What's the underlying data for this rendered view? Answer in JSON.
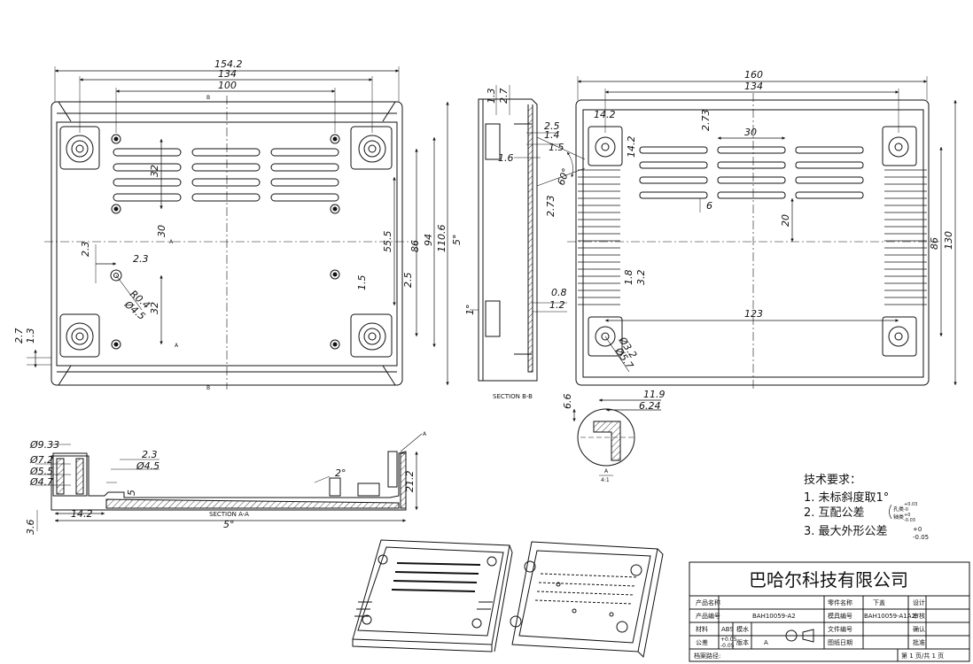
{
  "views": {
    "top_view": {
      "dims": [
        "154.2",
        "134",
        "100",
        "30",
        "32",
        "2.3",
        "2.3",
        "R0.4",
        "Ø4.5",
        "32",
        "2.7",
        "1.3",
        "55.5",
        "86",
        "94",
        "110.6",
        "1.5",
        "2.5",
        "5°"
      ],
      "cut_labels": [
        "A",
        "A",
        "B",
        "B"
      ]
    },
    "section_bb": {
      "title": "SECTION B-B",
      "dims": [
        "1.3",
        "2.7",
        "2.5",
        "1.4",
        "1.5",
        "1.6",
        "60°",
        "2.73",
        "1°",
        "0.8",
        "1.2"
      ]
    },
    "bottom_view": {
      "dims": [
        "160",
        "134",
        "14.2",
        "2.73",
        "30",
        "14.2",
        "6",
        "20",
        "1.8",
        "3.2",
        "123",
        "86",
        "130",
        "Ø3.2",
        "Ø5.7"
      ]
    },
    "detail_a": {
      "label": "A",
      "scale": "4:1",
      "dims": [
        "11.9",
        "6.24",
        "6.6"
      ]
    },
    "section_aa": {
      "title": "SECTION A-A",
      "dims": [
        "Ø9.33",
        "Ø7.2",
        "Ø5.5",
        "Ø4.7",
        "2.3",
        "Ø4.5",
        "5",
        "2°",
        "21.2",
        "14.2",
        "3.6",
        "5°"
      ],
      "detail_ref": "A"
    }
  },
  "notes": {
    "heading": "技术要求：",
    "items": [
      "1. 未标斜度取1°",
      "2. 互配公差",
      "3. 最大外形公差"
    ],
    "tol_labels": [
      "孔类",
      "轴类"
    ],
    "tol_values": [
      "+0.03",
      "-0",
      "+0",
      "-0.03"
    ],
    "outer_tol": [
      "+0",
      "-0.05"
    ]
  },
  "title_block": {
    "company": "巴哈尔科技有限公司",
    "labels": {
      "product_name": "产品名称",
      "part_name": "零件名称",
      "design": "设计",
      "product_code": "产品编号",
      "mold_code": "模具编号",
      "check": "审核",
      "material": "材料",
      "finish": "模水",
      "doc_code": "文件编号",
      "confirm": "确认",
      "tolerance": "公差",
      "version": "版本",
      "drawing_date": "图纸日期",
      "approve": "批准",
      "path": "档案路径:"
    },
    "values": {
      "part_name": "下盖",
      "product_code": "BAH10059-A2",
      "mold_code": "BAH10059-A1A2",
      "material": "ABS",
      "tolerance_upper": "+0.05",
      "tolerance_lower": "-0.05",
      "version": "A",
      "sheet": "第 1 页/共 1 页"
    }
  },
  "colors": {
    "line": "#111111",
    "paper": "#ffffff"
  }
}
